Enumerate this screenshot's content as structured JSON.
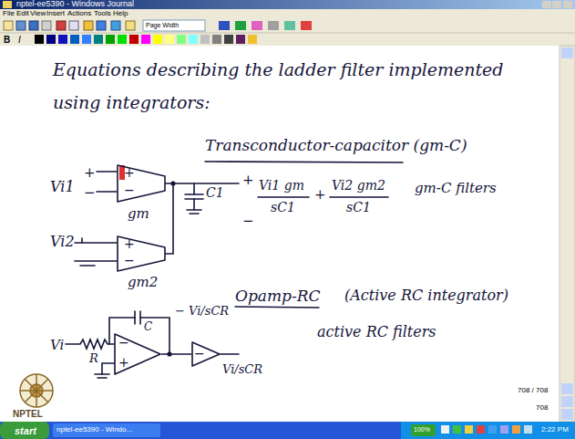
{
  "diagram": {
    "title": "Equations describing the ladder filter implemented using integrators:",
    "nodes": [
      {
        "text": [
          "+",
          "−"
        ]
      },
      {
        "text": [
          "+",
          "−"
        ]
      },
      {
        "text": [
          "−",
          "+"
        ]
      },
      {
        "text": [
          "−"
        ]
      }
    ],
    "edges": [
      {
        "from": 2,
        "to": 3,
        "arrow": "none"
      }
    ],
    "labels": [
      "nptel-ee5390 - Windows Journal",
      "File",
      "Edit",
      "View",
      "Insert",
      "Actions",
      "Tools",
      "Help",
      "Page Width",
      "B",
      "I",
      "Transconductor-capacitor (gm-C)",
      "Vi1",
      "+",
      "−",
      "gm",
      "C1",
      "+",
      "−",
      "Vi1 gm",
      "sC1",
      "+",
      "Vi2 gm2",
      "sC1",
      "gm-C filters",
      "Vi2",
      "gm2",
      "Opamp-RC",
      "(Active RC integrator)",
      "active RC filters",
      "Vi",
      "R",
      "C",
      "− Vi/sCR",
      "Vi/sCR",
      "NPTEL",
      "708 / 708",
      "708",
      "start",
      "nptel-ee5390 - Windo...",
      "100%",
      "2:22 PM"
    ]
  }
}
